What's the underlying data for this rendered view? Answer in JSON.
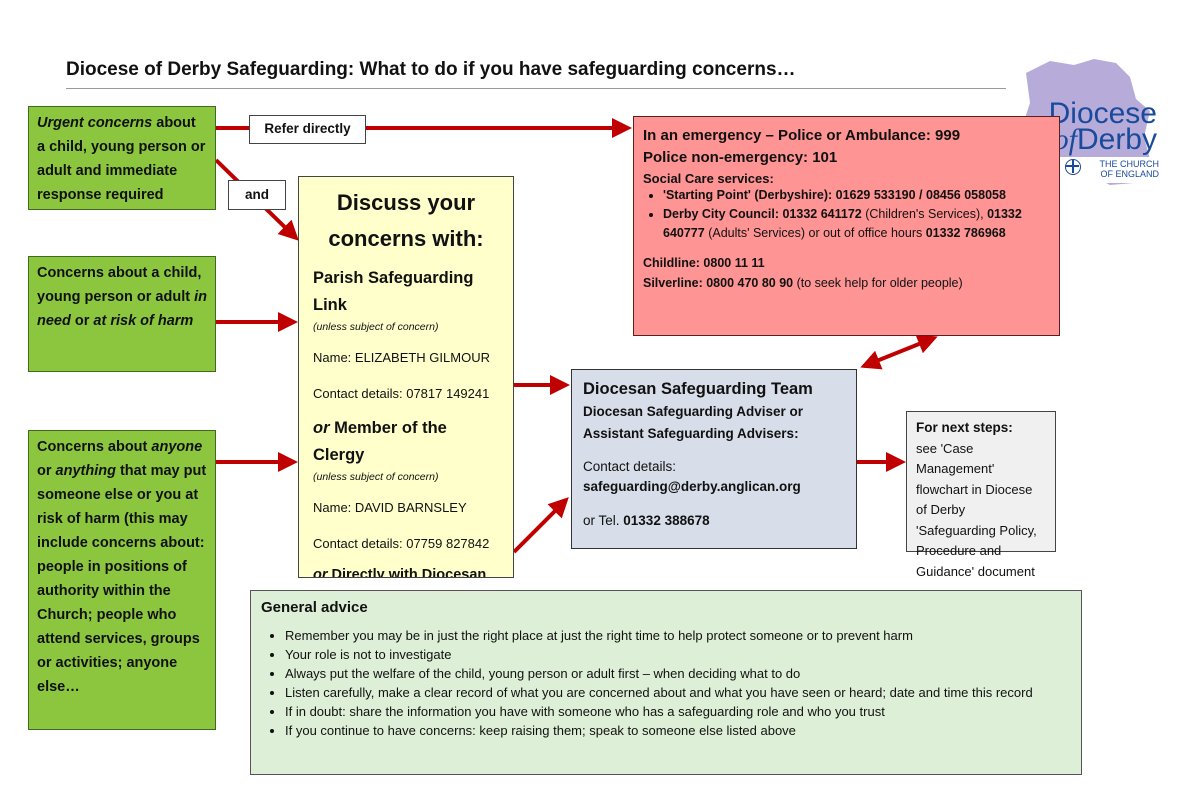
{
  "title": "Diocese of Derby Safeguarding: What to do if you have safeguarding concerns…",
  "logo": {
    "line1": "Diocese",
    "line2_prefix": "of",
    "line2_word": "Derby",
    "tag1": "THE CHURCH",
    "tag2": "OF ENGLAND"
  },
  "urgent": {
    "italic": "Urgent concerns",
    "rest": " about a child, young person or adult and immediate response required"
  },
  "refer_label": "Refer directly",
  "and_label": "and",
  "need": {
    "line1": "Concerns about a child, young person or adult ",
    "in_need": "in need",
    "or": " or ",
    "risk": "at risk of harm"
  },
  "anyone": {
    "prefix": "Concerns about ",
    "anyone": "anyone",
    "or": " or ",
    "anything": "anything",
    "rest": " that may put someone else or you at risk of harm (this may include concerns about: people in positions of authority within the Church; people who attend services, groups or activities; anyone else…"
  },
  "discuss": {
    "heading": "Discuss your concerns with:",
    "psl": "Parish Safeguarding Link",
    "unless1": "(unless subject of concern)",
    "name1": "Name: ELIZABETH GILMOUR",
    "contact1": "Contact details: 07817 149241",
    "or1": "or",
    "clergy": " Member of the Clergy",
    "unless2": "(unless subject of concern)",
    "name2": "Name: DAVID BARNSLEY",
    "contact2": "Contact details:  07759 827842",
    "or2": "or",
    "diocesan": " Directly with Diocesan"
  },
  "emergency": {
    "line1": "In an emergency – Police or Ambulance:  999",
    "line2": "Police non-emergency: 101",
    "social": "Social Care services:",
    "b1": "'Starting Point' (Derbyshire): 01629 533190 / 08456  058058",
    "b2_bold": "Derby City Council",
    "b2_n1": ":  01332 641172",
    "b2_t1": " (Children's Services),",
    "b2_n2": "01332 640777",
    "b2_t2": " (Adults' Services)  or out of office hours ",
    "b2_n3": "01332 786968",
    "childline": "Childline: 0800 11 11",
    "silverline_bold": "Silverline: 0800 470 80 90",
    "silverline_rest": " (to seek help for older people)"
  },
  "team": {
    "title": "Diocesan Safeguarding Team",
    "sub1": "Diocesan Safeguarding Adviser or",
    "sub2": "Assistant Safeguarding Advisers:",
    "contact": "Contact details:",
    "email": "safeguarding@derby.anglican.org",
    "tel_prefix": "or Tel.  ",
    "tel": "01332 388678"
  },
  "next": {
    "title": "For next steps:",
    "body": "see 'Case Management' flowchart in Diocese of Derby 'Safeguarding Policy, Procedure and Guidance' document"
  },
  "advice": {
    "title": "General advice",
    "items": [
      "Remember you may be in just the right place at just the right time to help protect someone or to prevent harm",
      "Your role is not to investigate",
      "Always put the welfare of the child, young person or adult first – when deciding what to do",
      "Listen carefully, make a clear record of what you are concerned about and what you have seen or heard; date and time this record",
      "If in doubt: share the information you have with someone who has a safeguarding role and who you trust",
      "If you continue to have concerns: keep raising them; speak to someone else listed above"
    ]
  },
  "colors": {
    "arrow": "#c00000",
    "green": "#8cc63e",
    "yellow": "#ffffcc",
    "red": "#ff9494",
    "grey": "#d7dee9",
    "advice": "#ddefd6",
    "logo": "#1a4a9c",
    "logo_shape": "#b7acd9"
  }
}
